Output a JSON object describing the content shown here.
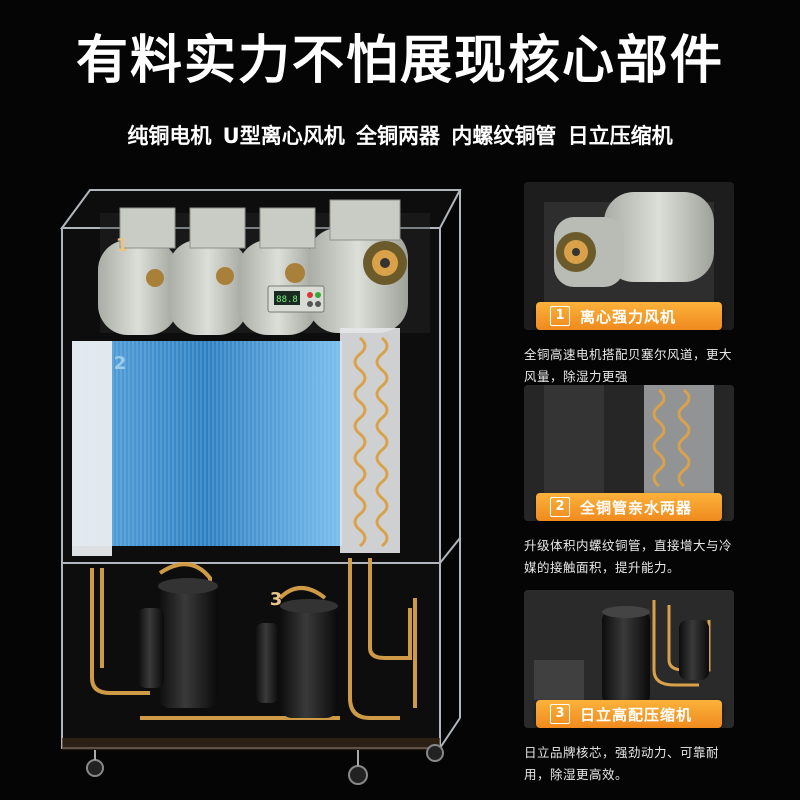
{
  "title": "有料实力不怕展现核心部件",
  "subtitle": "纯铜电机  U型离心风机  全铜两器  内螺纹铜管  日立压缩机",
  "machine": {
    "labels": [
      "1",
      "2",
      "3"
    ],
    "controller_display": "88.8",
    "colors": {
      "coil": "#2f7fc0",
      "copper": "#d9a24a",
      "frame": "#cfd6de",
      "fan": "#c9ccc4",
      "compressor": "#1a1a1a"
    }
  },
  "cards": [
    {
      "number": "1",
      "label": "离心强力风机",
      "desc": "全铜高速电机搭配贝塞尔风道，更大风量，除湿力更强"
    },
    {
      "number": "2",
      "label": "全铜管亲水两器",
      "desc": "升级体积内螺纹铜管，直接增大与冷媒的接触面积，提升能力。"
    },
    {
      "number": "3",
      "label": "日立高配压缩机",
      "desc": "日立品牌核芯，强劲动力、可靠耐用，除湿更高效。"
    }
  ],
  "accent": "#f29a2a"
}
